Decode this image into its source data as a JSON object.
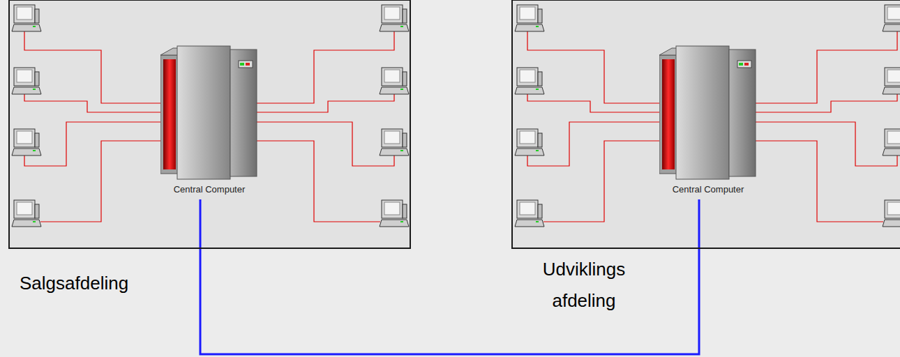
{
  "diagram": {
    "nodes": [
      {
        "text": [
          "Salgsafdeling"
        ]
      },
      {
        "text": [
          "Central Computer"
        ],
        "in": 0
      },
      {
        "text": [
          "Udviklings afdeling"
        ]
      },
      {
        "text": [
          "Central Computer"
        ],
        "in": 2
      }
    ],
    "edges": [
      {
        "from": 1,
        "to": 3,
        "arrow": "none"
      }
    ]
  }
}
